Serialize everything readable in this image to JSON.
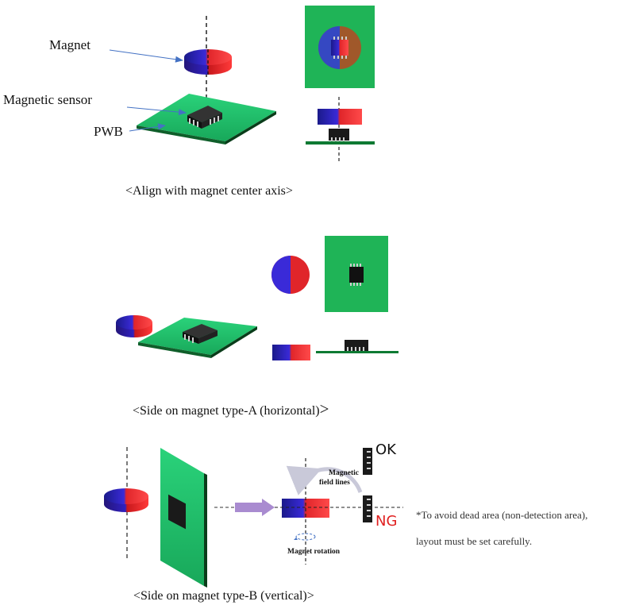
{
  "section1": {
    "label_magnet": "Magnet",
    "label_sensor": "Magnetic sensor",
    "label_pwb": "PWB",
    "caption": "<Align with magnet center axis>"
  },
  "section2": {
    "caption": "<Side on magnet type-A (horizontal)",
    "caption_end": ">"
  },
  "section3": {
    "caption": "<Side on magnet type-B (vertical)>",
    "field_lines_label_1": "Magnetic",
    "field_lines_label_2": "field lines",
    "rotation_label": "Magnet rotation",
    "ok_label": "OK",
    "ng_label": "NG",
    "note_line_1": "*To avoid dead area (non-detection area),",
    "note_line_2": "layout must be set carefully."
  },
  "colors": {
    "board_green": "#22c06a",
    "board_dark": "#0e6e30",
    "magnet_blue": "#3a2ad8",
    "magnet_red": "#e0252a",
    "chip_black": "#222222",
    "arrow_purple": "#a98bd0",
    "ng_red": "#e02020"
  }
}
